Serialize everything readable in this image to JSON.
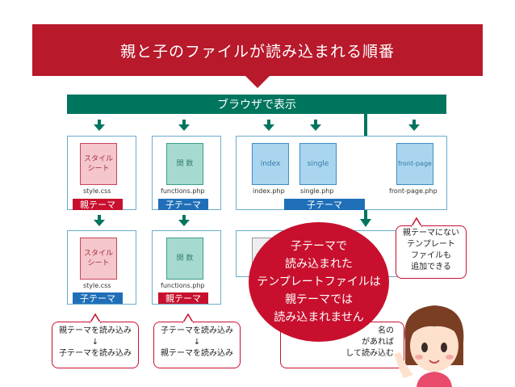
{
  "title": "親と子のファイルが読み込まれる順番",
  "browser": "ブラウザで表示",
  "row1": {
    "style": {
      "doc": "スタイル\nシート",
      "file": "style.css",
      "label": "親テーマ"
    },
    "functions": {
      "doc": "関 数",
      "file": "functions.php",
      "label": "子テーマ"
    },
    "templates": {
      "index": {
        "doc": "index",
        "file": "index.php"
      },
      "single": {
        "doc": "single",
        "file": "single.php"
      },
      "front": {
        "doc": "front-page",
        "file": "front-page.php"
      },
      "label": "子テーマ"
    }
  },
  "row2": {
    "style": {
      "doc": "スタイル\nシート",
      "file": "style.css",
      "label": "子テーマ"
    },
    "functions": {
      "doc": "関 数",
      "file": "functions.php",
      "label": "親テーマ"
    }
  },
  "callouts": {
    "style": {
      "line1": "親テーマを読み込み",
      "arrow": "↓",
      "line2": "子テーマを読み込み"
    },
    "functions": {
      "line1": "子テーマを読み込み",
      "arrow": "↓",
      "line2": "親テーマを読み込み"
    },
    "templates": {
      "line1": "名の",
      "line2": "があれば",
      "line3": "して読み込む"
    },
    "front": {
      "line1": "親テーマにない",
      "line2": "テンプレート",
      "line3": "ファイルも",
      "line4": "追加できる"
    }
  },
  "circle": {
    "line1": "子テーマで",
    "line2": "読み込まれた",
    "line3": "テンプレートファイルは",
    "line4": "親テーマでは",
    "line5": "読み込まれません"
  },
  "colors": {
    "red": "#c8102e",
    "green": "#00755e",
    "blue": "#1f6fb8"
  }
}
